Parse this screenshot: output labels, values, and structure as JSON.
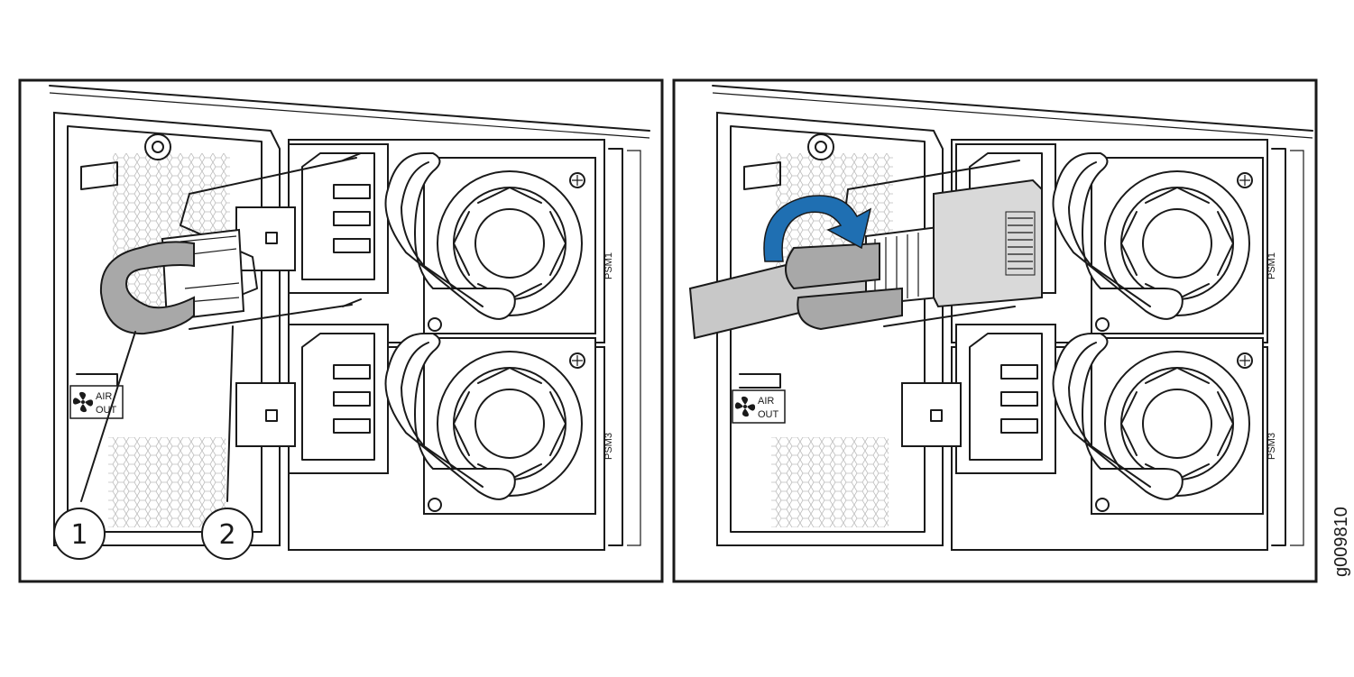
{
  "callouts": [
    "1",
    "2"
  ],
  "left_panel": {
    "slot_top_label": "PSM1",
    "slot_bottom_label": "PSM3",
    "airflow_line1": "AIR",
    "airflow_line2": "OUT"
  },
  "right_panel": {
    "slot_top_label": "PSM1",
    "slot_bottom_label": "PSM3",
    "airflow_line1": "AIR",
    "airflow_line2": "OUT"
  },
  "figure_id": "g009810",
  "colors": {
    "line": "#1a1a1a",
    "sleeve_gray": "#a8a8a8",
    "cord_gray": "#c8c8c8",
    "arrow_blue": "#1f6fb2",
    "background": "#ffffff"
  },
  "icons": {
    "fan": "fan-icon",
    "rotate_arrow": "rotate-arrow-icon"
  }
}
